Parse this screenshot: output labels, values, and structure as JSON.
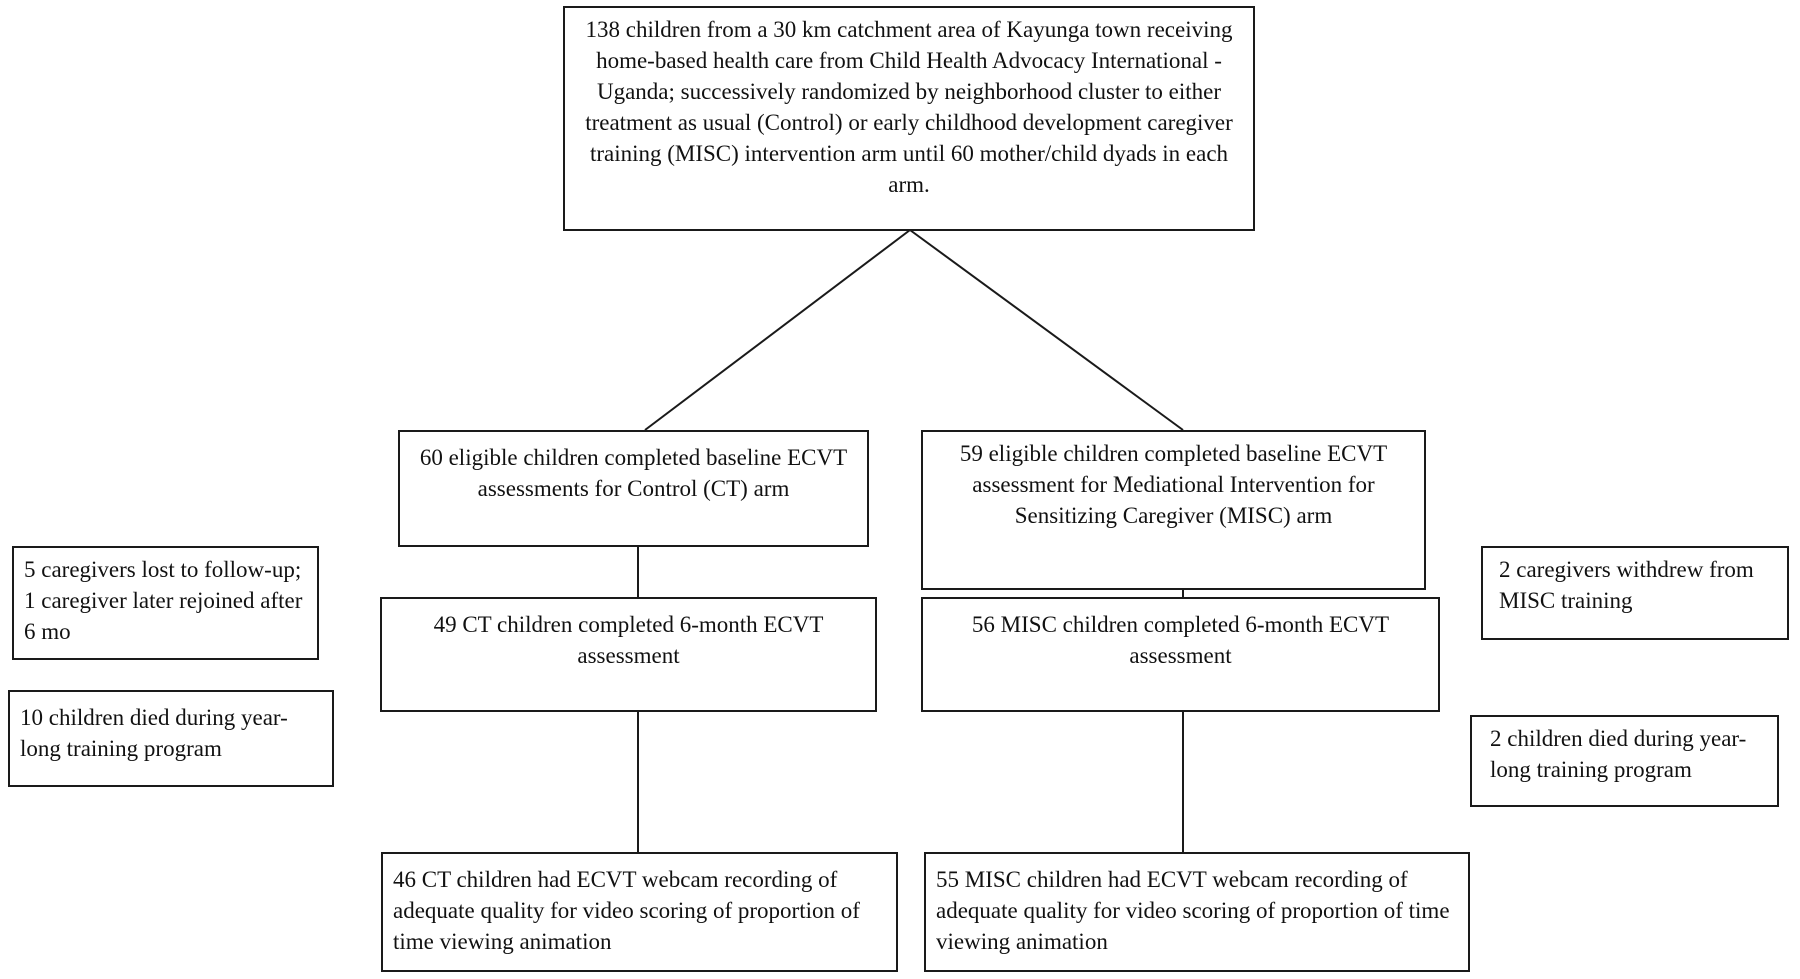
{
  "boxes": {
    "enrollment": "138 children from a 30 km catchment area of Kayunga town receiving home-based health care from Child Health Advocacy International - Uganda; successively randomized by neighborhood cluster to either treatment as usual (Control) or early childhood development caregiver training (MISC) intervention arm until 60 mother/child dyads in each arm.",
    "ct_baseline": "60 eligible children completed baseline ECVT assessments for Control (CT) arm",
    "misc_baseline": "59 eligible children completed baseline ECVT assessment for Mediational Intervention for Sensitizing Caregiver (MISC) arm",
    "ct_lost": "5 caregivers lost to follow-up; 1 caregiver later rejoined after 6 mo",
    "ct_died": "10 children died during year-long training program",
    "misc_withdrew": "2 caregivers withdrew from MISC training",
    "misc_died": "2 children died during year-long training program",
    "ct_6month": "49 CT children completed 6-month ECVT assessment",
    "misc_6month": "56 MISC children completed 6-month ECVT assessment",
    "ct_webcam": "46 CT children had ECVT webcam recording of adequate quality for video scoring of proportion of time viewing animation",
    "misc_webcam": "55 MISC children had ECVT webcam recording of adequate quality for video scoring of proportion of time viewing animation"
  }
}
